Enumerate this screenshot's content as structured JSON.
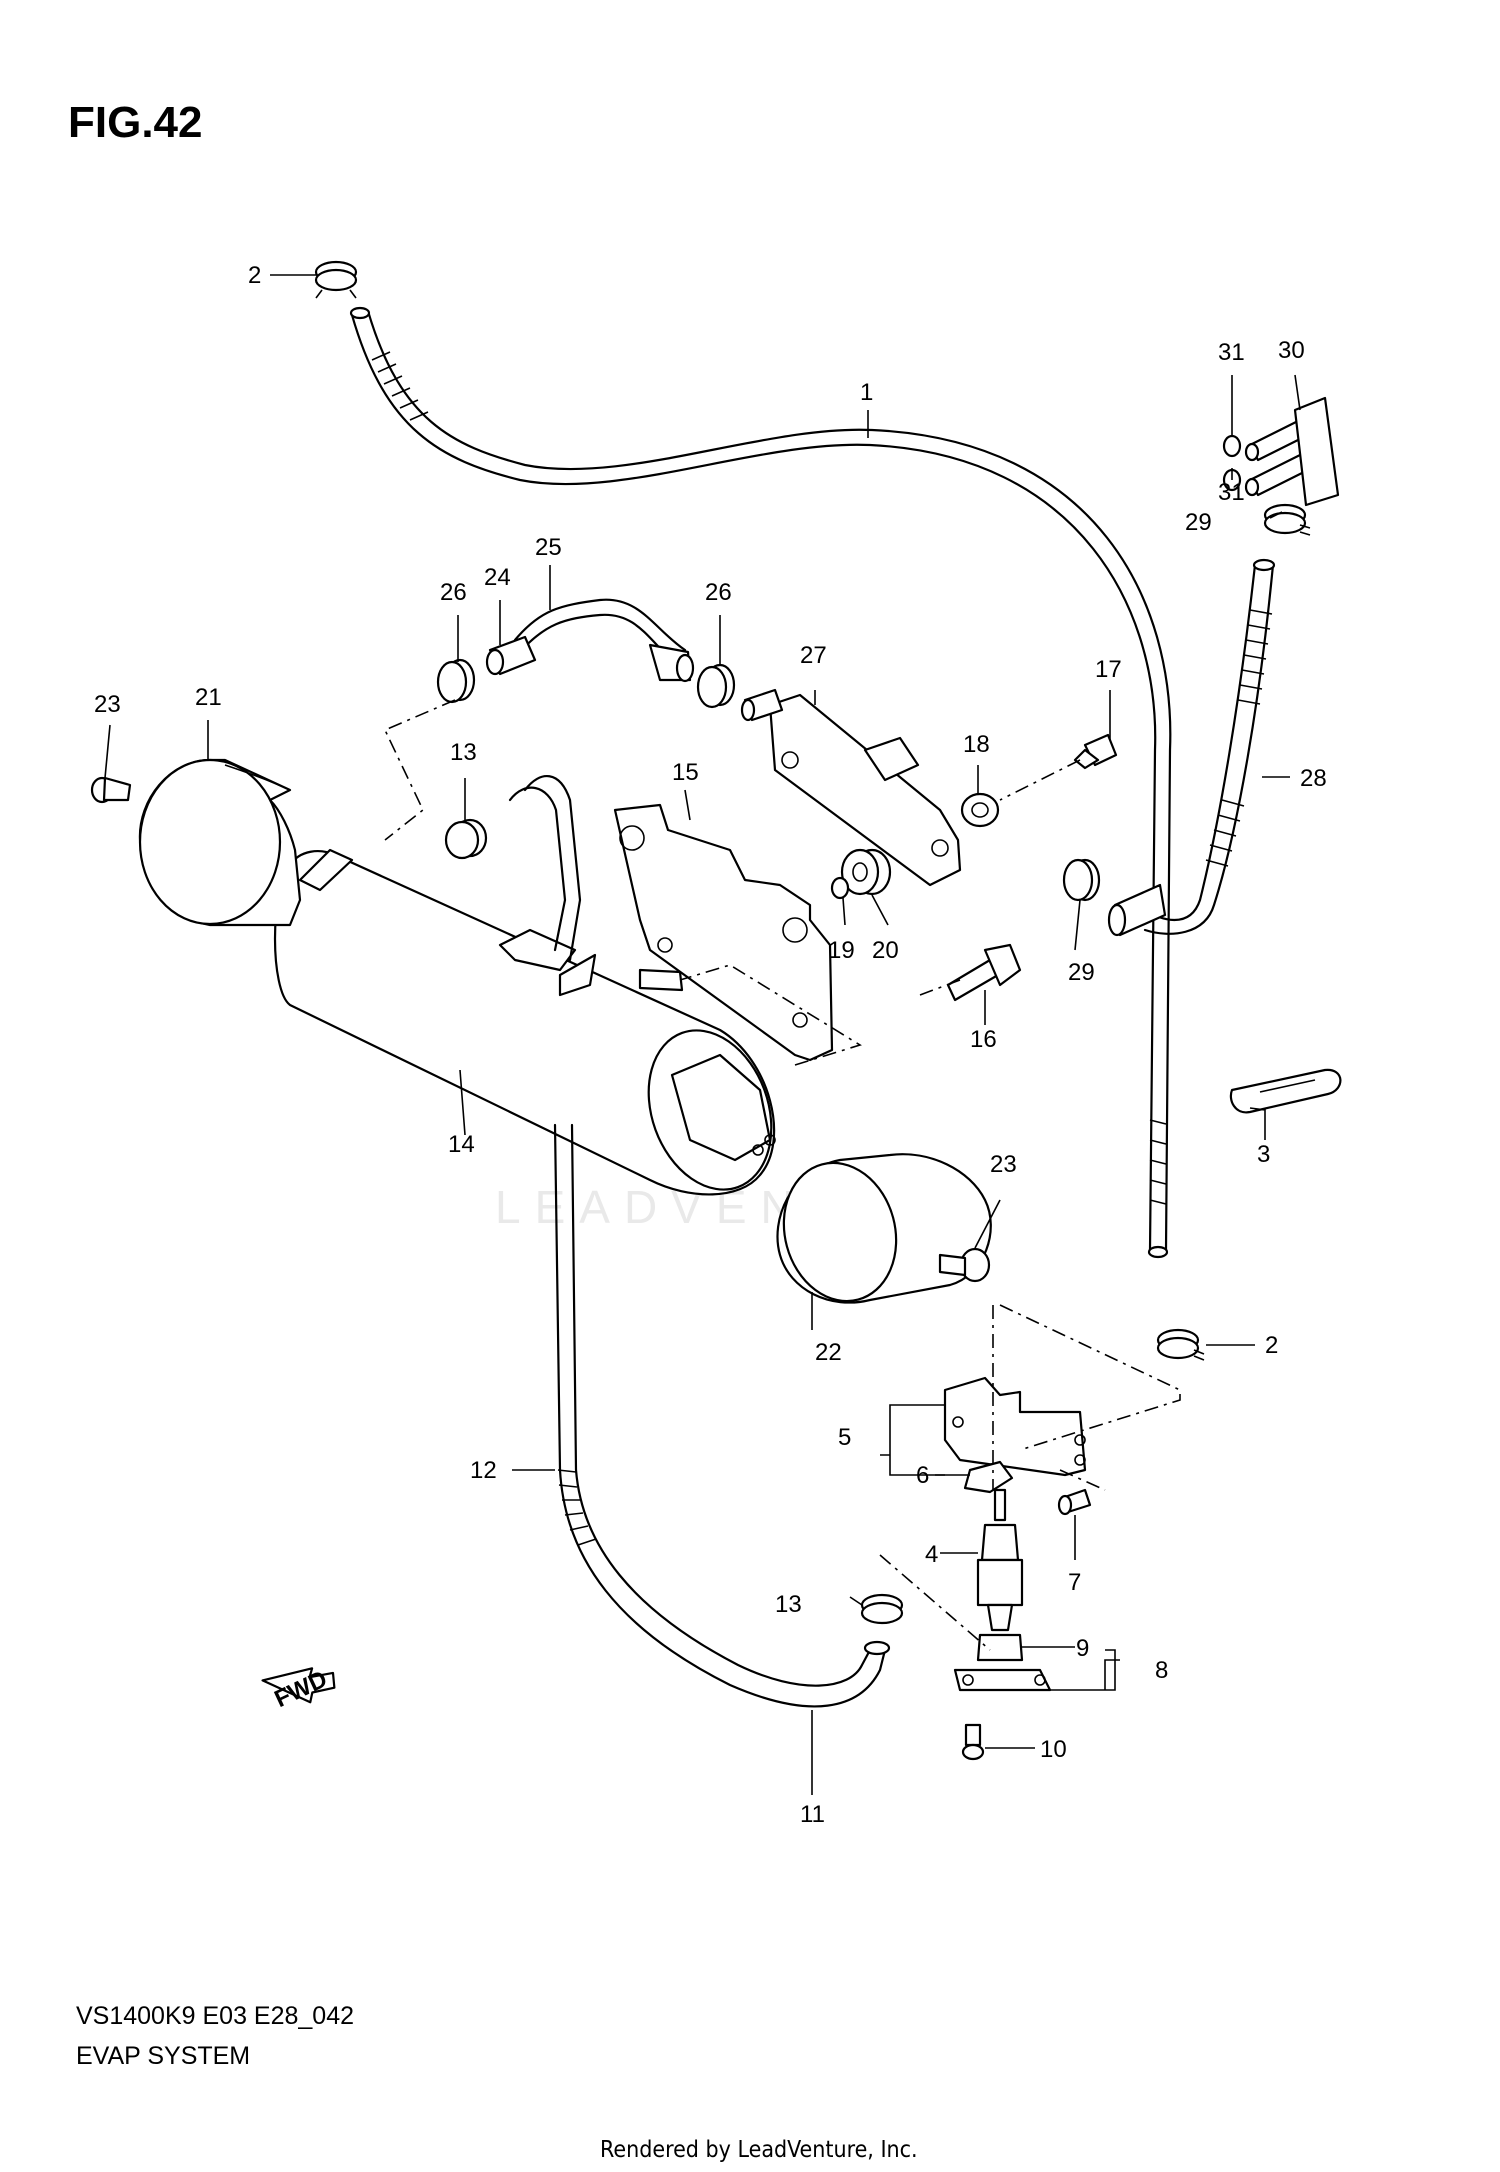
{
  "figure_title": "FIG.42",
  "model_code": "VS1400K9 E03 E28_042",
  "section_name": "EVAP SYSTEM",
  "credit": "Rendered by LeadVenture, Inc.",
  "watermark": "LEADVENTURE",
  "fwd_label": "FWD",
  "callouts": {
    "c1": "1",
    "c2a": "2",
    "c2b": "2",
    "c3": "3",
    "c4": "4",
    "c5": "5",
    "c6": "6",
    "c7": "7",
    "c8": "8",
    "c9": "9",
    "c10": "10",
    "c11": "11",
    "c12": "12",
    "c13a": "13",
    "c13b": "13",
    "c14": "14",
    "c15": "15",
    "c16": "16",
    "c17": "17",
    "c18": "18",
    "c19": "19",
    "c20": "20",
    "c21": "21",
    "c22": "22",
    "c23a": "23",
    "c23b": "23",
    "c24": "24",
    "c25": "25",
    "c26a": "26",
    "c26b": "26",
    "c27": "27",
    "c28": "28",
    "c29a": "29",
    "c29b": "29",
    "c30": "30",
    "c31a": "31",
    "c31b": "31"
  }
}
